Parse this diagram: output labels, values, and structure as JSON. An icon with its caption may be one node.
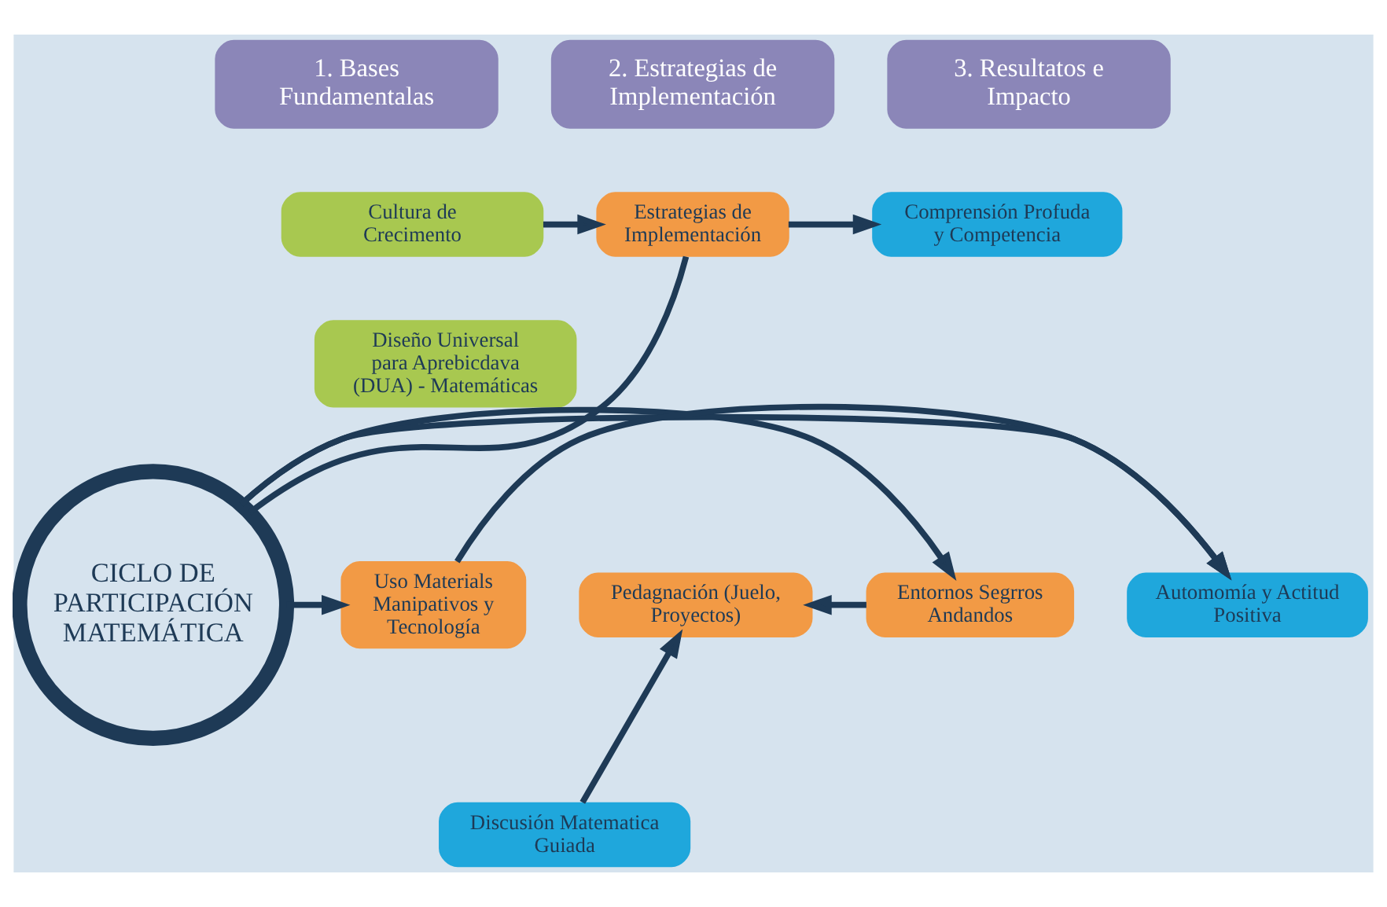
{
  "diagram": {
    "nodes": [
      {
        "text": [
          "1. Bases Fundamentalas"
        ]
      },
      {
        "text": [
          "2. Estrategias de Implementación"
        ]
      },
      {
        "text": [
          "3. Resultatos e Impacto"
        ]
      },
      {
        "text": [
          "Cultura de Crecimento"
        ]
      },
      {
        "text": [
          "Diseño Universal para Aprebicdava (DUA) - Matemáticas"
        ]
      },
      {
        "text": [
          "Estrategias de Implementación"
        ]
      },
      {
        "text": [
          "Comprensión Profuda y Competencia"
        ]
      },
      {
        "text": [
          "Entornos Segrros Andandos"
        ]
      },
      {
        "text": [
          "Pedagnación (Juelo, Proyectos)"
        ]
      },
      {
        "text": [
          "CICLO DE PARTICIPACIÓN MATEMÁTICA"
        ]
      },
      {
        "text": [
          "Uso Materials Manipativos y Tecnología"
        ]
      },
      {
        "text": [
          "Automomía y Actitud Positiva"
        ]
      },
      {
        "text": [
          "Discusión Matematica Guiada"
        ]
      }
    ],
    "edges": [
      {
        "from": 3,
        "to": 5,
        "arrow": "to"
      },
      {
        "from": 5,
        "to": 6,
        "arrow": "to"
      },
      {
        "from": 5,
        "to": 9,
        "arrow": "none"
      },
      {
        "from": 9,
        "to": 7,
        "arrow": "to"
      },
      {
        "from": 9,
        "to": 10,
        "arrow": "to"
      },
      {
        "from": 9,
        "to": 11,
        "arrow": "to"
      },
      {
        "from": 7,
        "to": 8,
        "arrow": "to"
      },
      {
        "from": 10,
        "to": 11,
        "arrow": "to"
      },
      {
        "from": 12,
        "to": 8,
        "arrow": "to"
      }
    ]
  }
}
